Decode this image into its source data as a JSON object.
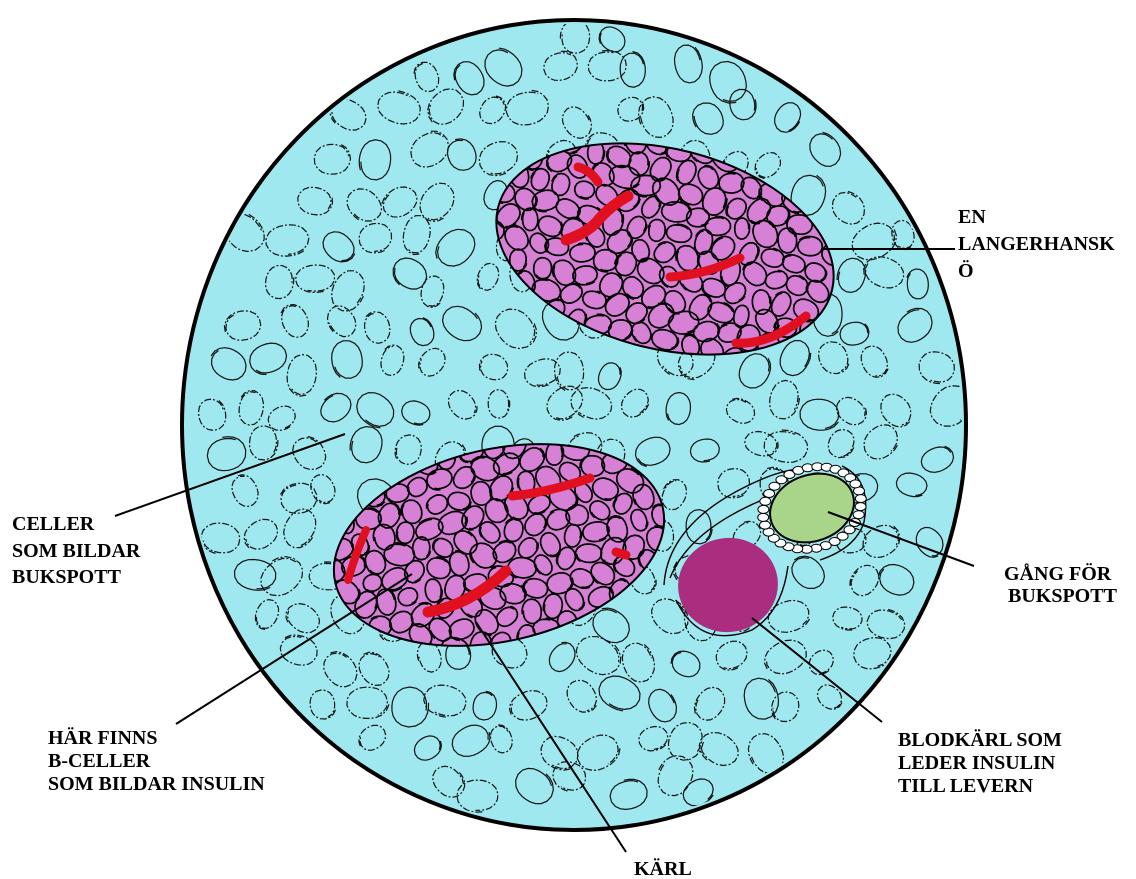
{
  "diagram": {
    "labels": {
      "islet": [
        "EN",
        "LANGERHANSK",
        "Ö"
      ],
      "exocrine_cells": [
        "CELLER",
        "SOM BILDAR",
        "BUKSPOTT"
      ],
      "duct": [
        "GÅNG FÖR",
        "BUKSPOTT"
      ],
      "b_cells": [
        "HÄR FINNS",
        "B-CELLER",
        "SOM BILDAR INSULIN"
      ],
      "blood_vessel": [
        "BLODKÄRL SOM",
        "LEDER INSULIN",
        "TILL LEVERN"
      ],
      "vessel": [
        "KÄRL"
      ]
    },
    "colors": {
      "tissue": "#a0e8ef",
      "islet": "#d680d6",
      "capillary": "#e01020",
      "duct": "#a9d58a",
      "blood_vessel": "#aa2d80",
      "outline": "#000000"
    }
  }
}
